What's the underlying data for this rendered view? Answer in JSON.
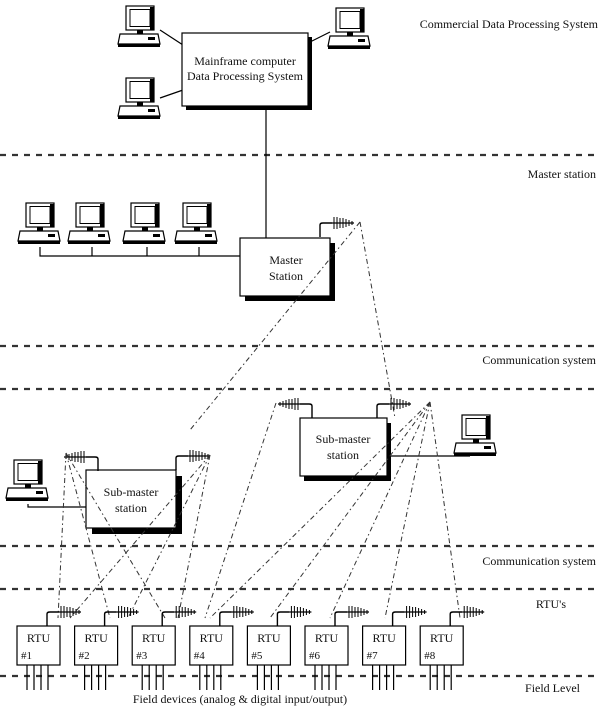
{
  "levels": {
    "commercial": "Commercial Data Processing System",
    "master": "Master station",
    "comm1": "Communication system",
    "comm2": "Communication system",
    "rtus": "RTU's",
    "field": "Field Level"
  },
  "mainframe": {
    "line1": "Mainframe computer",
    "line2": "Data Processing System"
  },
  "master_station": {
    "line1": "Master",
    "line2": "Station"
  },
  "submaster_left": {
    "line1": "Sub-master",
    "line2": "station"
  },
  "submaster_right": {
    "line1": "Sub-master",
    "line2": "station"
  },
  "rtus": [
    {
      "name": "RTU",
      "num": "#1"
    },
    {
      "name": "RTU",
      "num": "#2"
    },
    {
      "name": "RTU",
      "num": "#3"
    },
    {
      "name": "RTU",
      "num": "#4"
    },
    {
      "name": "RTU",
      "num": "#5"
    },
    {
      "name": "RTU",
      "num": "#6"
    },
    {
      "name": "RTU",
      "num": "#7"
    },
    {
      "name": "RTU",
      "num": "#8"
    }
  ],
  "field_devices": "Field devices (analog & digital input/output)",
  "icons": [
    "computer-terminal-icon",
    "antenna-icon"
  ]
}
